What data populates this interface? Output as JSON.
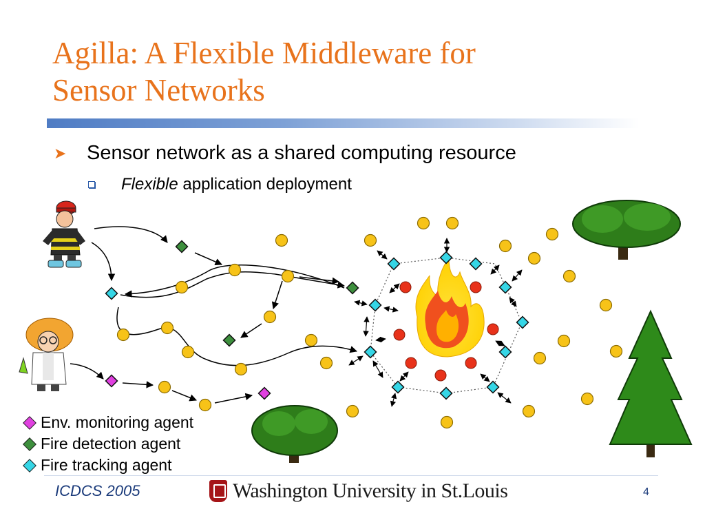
{
  "slide": {
    "title_line1": "Agilla: A Flexible Middleware for",
    "title_line2": "Sensor Networks",
    "bullet1": "Sensor network as a shared computing resource",
    "bullet2_italic": "Flexible",
    "bullet2_rest": " application deployment"
  },
  "legend": [
    {
      "label": "Env. monitoring agent",
      "color": "#e040e0"
    },
    {
      "label": "Fire detection agent",
      "color": "#3d8f3d"
    },
    {
      "label": "Fire tracking agent",
      "color": "#35d6e6"
    }
  ],
  "footer": {
    "conference": "ICDCS 2005",
    "university": "Washington University in St.Louis",
    "page": "4"
  },
  "colors": {
    "title": "#e8731c",
    "sensor_node": "#f7c318",
    "fire_node": "#e8321a"
  }
}
